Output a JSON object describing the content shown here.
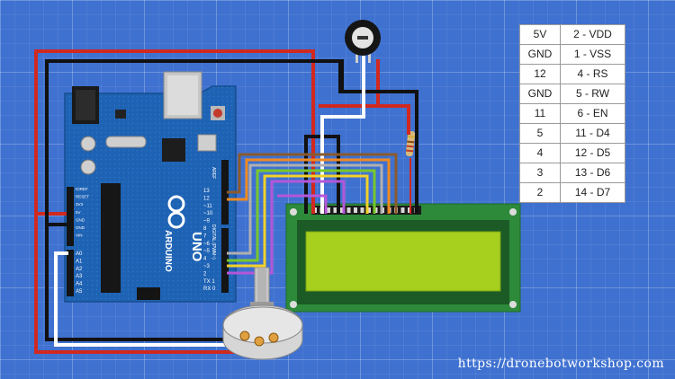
{
  "arduino": {
    "brand": "ARDUINO",
    "model": "UNO",
    "digital_label": "DIGITAL (PWM~)",
    "aref_label": "AREF",
    "pin_labels": [
      "13",
      "12",
      "~11",
      "~10",
      "~9",
      "8",
      "7",
      "~6",
      "~5",
      "4",
      "~3",
      "2",
      "TX 1",
      "RX 0"
    ],
    "analog_labels": [
      "A0",
      "A1",
      "A2",
      "A3",
      "A4",
      "A5"
    ],
    "power_labels": [
      "IOREF",
      "RESET",
      "3V3",
      "5V",
      "GND",
      "GND",
      "VIN"
    ]
  },
  "pin_table": {
    "rows": [
      [
        "5V",
        "2 - VDD"
      ],
      [
        "GND",
        "1 - VSS"
      ],
      [
        "12",
        "4 - RS"
      ],
      [
        "GND",
        "5 - RW"
      ],
      [
        "11",
        "6 - EN"
      ],
      [
        "5",
        "11 - D4"
      ],
      [
        "4",
        "12 - D5"
      ],
      [
        "3",
        "13 - D6"
      ],
      [
        "2",
        "14 - D7"
      ]
    ]
  },
  "footer": {
    "url": "https://dronebotworkshop.com"
  },
  "colors": {
    "background": "#3f71d0",
    "board": "#1e62b3",
    "lcd_pcb": "#2d8a3a",
    "lcd_screen": "#a6cf1e",
    "wire_5v": "#d1281f",
    "wire_gnd": "#111111",
    "wire_contrast": "#ffffff",
    "wire_rs": "#8b5a2b",
    "wire_en": "#f08a20",
    "wire_d4": "#b0b0b0",
    "wire_d5": "#78c72c",
    "wire_d6": "#f2d129",
    "wire_d7": "#b556d8"
  },
  "icons": {
    "trimmer": "trimmer-potentiometer-icon",
    "potentiometer": "rotary-potentiometer-icon",
    "resistor": "resistor-icon"
  }
}
